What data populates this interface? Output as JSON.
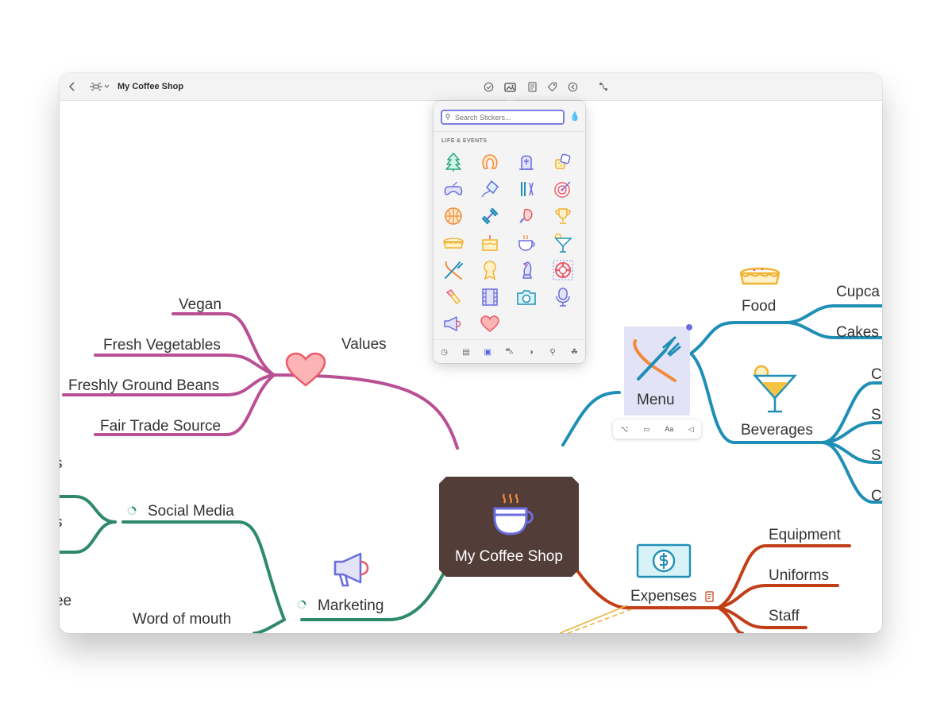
{
  "app": {
    "title": "My Coffee Shop",
    "toolbar_icons": [
      "back-icon",
      "mindmap-icon",
      "task-icon",
      "sticker-icon",
      "note-icon",
      "tag-icon",
      "link-icon",
      "relationship-icon"
    ]
  },
  "sticker_popover": {
    "search_placeholder": "Search Stickers...",
    "section_title": "LIFE & EVENTS",
    "stickers": [
      "tree",
      "horseshoe",
      "grave",
      "dice",
      "gamepad",
      "kite",
      "ski",
      "target",
      "basketball",
      "dumbbell",
      "chicken-leg",
      "trophy",
      "pie",
      "cake",
      "coffee-cup",
      "cocktail",
      "fork-knife",
      "ribbon",
      "chess",
      "life-buoy",
      "lipstick",
      "film",
      "camera",
      "microphone",
      "megaphone",
      "heart"
    ],
    "footer_tabs": [
      "recent-icon",
      "document-icon",
      "calendar-icon",
      "car-icon",
      "shapes-icon",
      "sign-icon",
      "leaf-icon"
    ]
  },
  "mini_toolbar": {
    "items": [
      "branch",
      "box",
      "Aa",
      "link"
    ]
  },
  "mindmap": {
    "central": "My Coffee Shop",
    "values": {
      "label": "Values",
      "children": [
        "Vegan",
        "Fresh Vegetables",
        "Freshly Ground Beans",
        "Fair Trade Source"
      ]
    },
    "menu": {
      "label": "Menu",
      "food": "Food",
      "food_children": [
        "Cupca",
        "Cakes"
      ],
      "beverages": "Beverages",
      "beverages_children": [
        "C",
        "S",
        "S",
        "C"
      ]
    },
    "marketing": {
      "label": "Marketing",
      "social_media": "Social Media",
      "word_of_mouth": "Word of mouth",
      "partial": [
        "s",
        "s",
        "ee"
      ]
    },
    "expenses": {
      "label": "Expenses",
      "children": [
        "Equipment",
        "Uniforms",
        "Staff"
      ]
    }
  },
  "colors": {
    "values": "#b94f95",
    "menu": "#1f8fb6",
    "marketing": "#2e8a6b",
    "expenses": "#c23e16",
    "central": "#523d38"
  }
}
